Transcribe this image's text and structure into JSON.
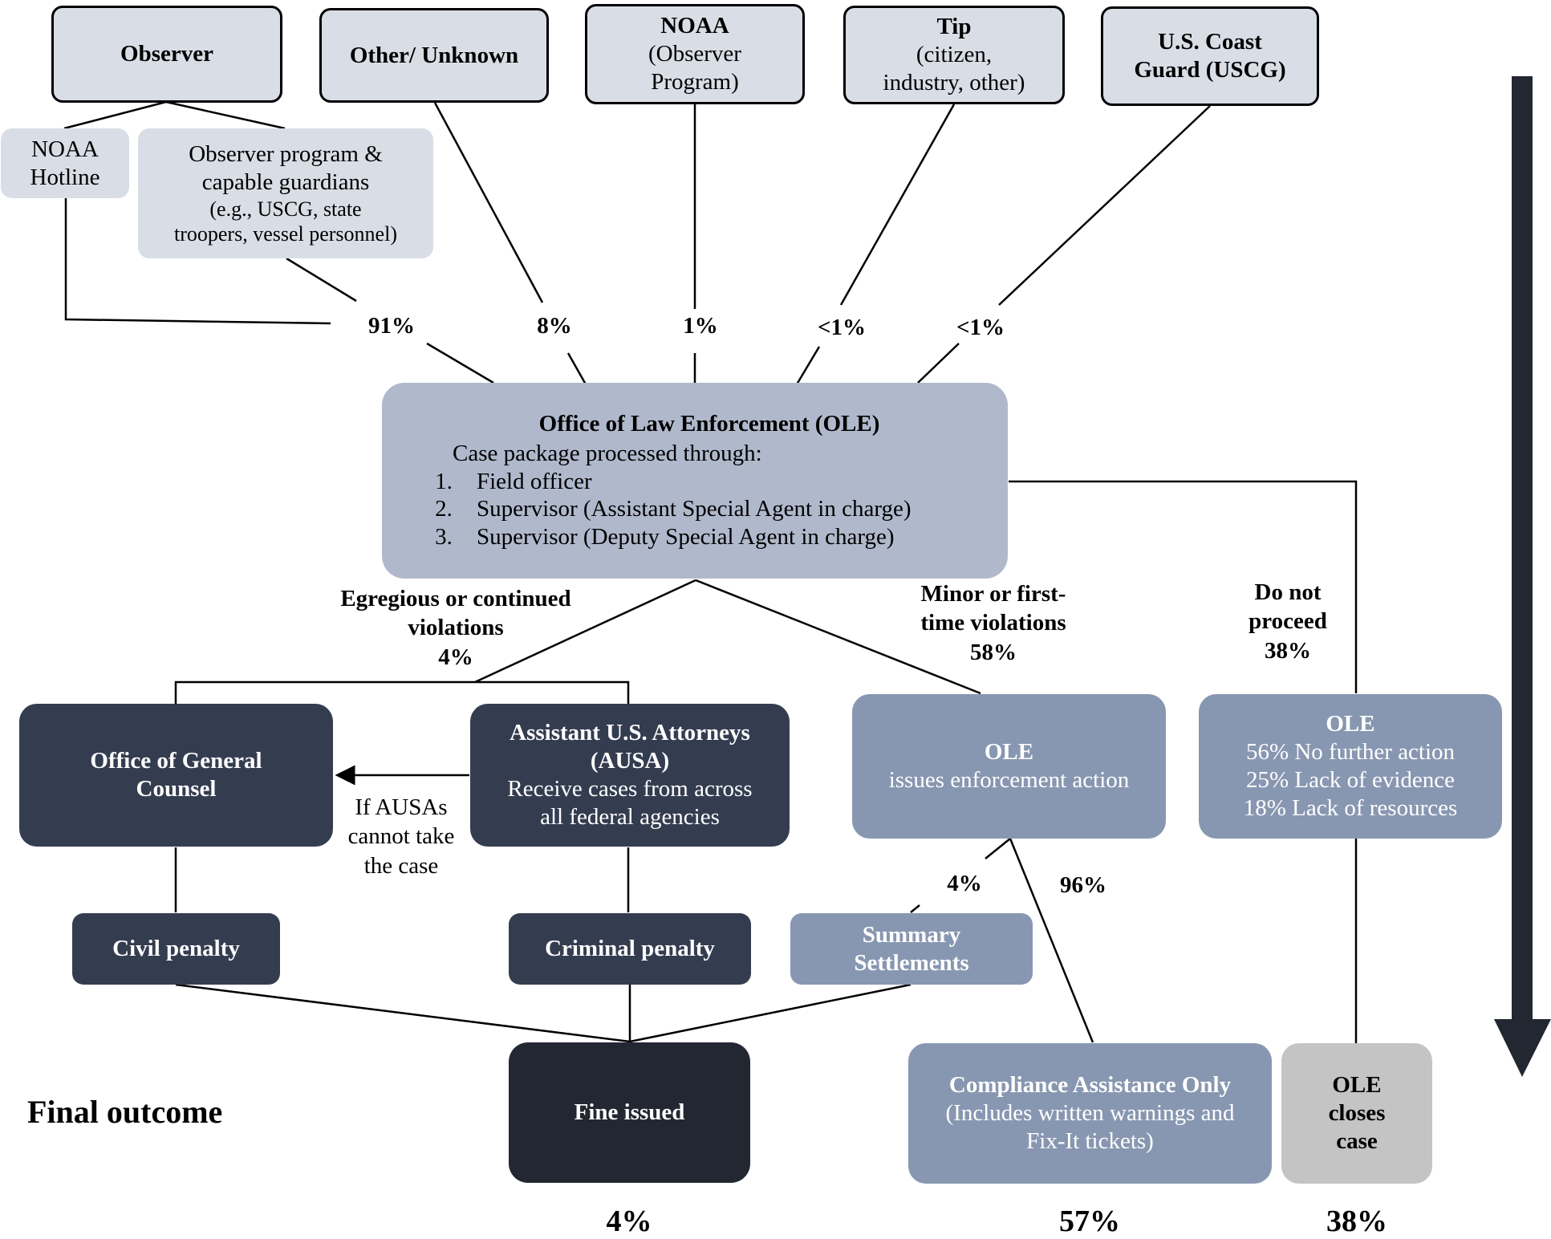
{
  "sources": {
    "observer": "Observer",
    "other": "Other/ Unknown",
    "noaa_title": "NOAA",
    "noaa_sub1": "(Observer",
    "noaa_sub2": "Program)",
    "tip_title": "Tip",
    "tip_sub1": "(citizen,",
    "tip_sub2": "industry, other)",
    "uscg_1": "U.S. Coast",
    "uscg_2": "Guard (USCG)"
  },
  "sub_sources": {
    "hotline_1": "NOAA",
    "hotline_2": "Hotline",
    "program_1": "Observer program &",
    "program_2": "capable guardians",
    "program_3": "(e.g., USCG, state",
    "program_4": "troopers, vessel personnel)"
  },
  "source_percents": {
    "observer": "91%",
    "other": "8%",
    "noaa": "1%",
    "tip": "<1%",
    "uscg": "<1%"
  },
  "ole": {
    "title": "Office of Law Enforcement (OLE)",
    "subtitle": "Case package processed through:",
    "steps": [
      {
        "num": "1.",
        "text": "Field officer"
      },
      {
        "num": "2.",
        "text": "Supervisor (Assistant Special Agent in charge)"
      },
      {
        "num": "3.",
        "text": "Supervisor (Deputy Special Agent in charge)"
      }
    ]
  },
  "branches": {
    "egregious_1": "Egregious or continued",
    "egregious_2": "violations",
    "egregious_pct": "4%",
    "minor_1": "Minor or first-",
    "minor_2": "time violations",
    "minor_pct": "58%",
    "donot_1": "Do not",
    "donot_2": "proceed",
    "donot_pct": "38%"
  },
  "ogc": {
    "line1": "Office of General",
    "line2": "Counsel"
  },
  "ausa": {
    "title1": "Assistant U.S. Attorneys",
    "title2": "(AUSA)",
    "desc1": "Receive cases from across",
    "desc2": "all federal agencies"
  },
  "ausa_note": {
    "line1": "If AUSAs",
    "line2": "cannot take",
    "line3": "the case"
  },
  "ole_action": {
    "title": "OLE",
    "desc": "issues enforcement action"
  },
  "ole_closed": {
    "title": "OLE",
    "r1": "56% No further action",
    "r2": "25% Lack of evidence",
    "r3": "18% Lack of resources"
  },
  "action_split": {
    "settle_pct": "4%",
    "comply_pct": "96%"
  },
  "penalties": {
    "civil": "Civil penalty",
    "criminal": "Criminal penalty",
    "summary1": "Summary",
    "summary2": "Settlements"
  },
  "outcomes": {
    "label": "Final outcome",
    "fine": "Fine issued",
    "compliance1": "Compliance Assistance Only",
    "compliance2": "(Includes written warnings and",
    "compliance3": "Fix-It tickets)",
    "closes1": "OLE",
    "closes2": "closes",
    "closes3": "case",
    "fine_pct": "4%",
    "compliance_pct": "57%",
    "closes_pct": "38%"
  },
  "colors": {
    "source_fill": "#d9dee6",
    "ole_fill": "#b0b9cc",
    "dark_fill": "#343d50",
    "mid_fill": "#8897b1",
    "fine_fill": "#222732",
    "closed_fill": "#c4c4c4"
  }
}
